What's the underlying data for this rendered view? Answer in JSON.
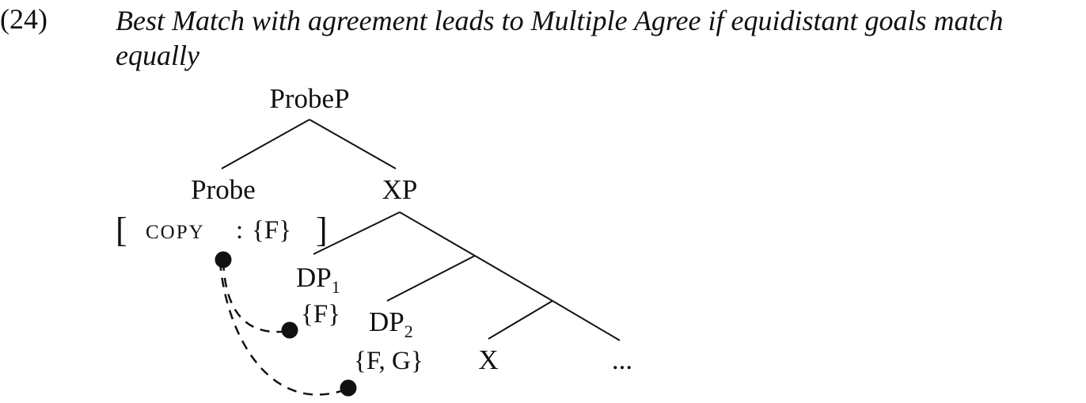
{
  "example": {
    "number": "(24)",
    "title": "Best Match with agreement leads to Multiple Agree if equidistant goals match equally"
  },
  "tree": {
    "root_label": "ProbeP",
    "probe_label": "Probe",
    "probe_feature": {
      "open_bracket": "[",
      "attribute": "COPY",
      "separator": ":",
      "value": "{F}",
      "close_bracket": "]"
    },
    "xp_label": "XP",
    "dp1": {
      "label": "DP",
      "subscript": "1",
      "features": "{F}"
    },
    "dp2": {
      "label": "DP",
      "subscript": "2",
      "features": "{F, G}"
    },
    "x_label": "X",
    "ellipsis": "..."
  }
}
